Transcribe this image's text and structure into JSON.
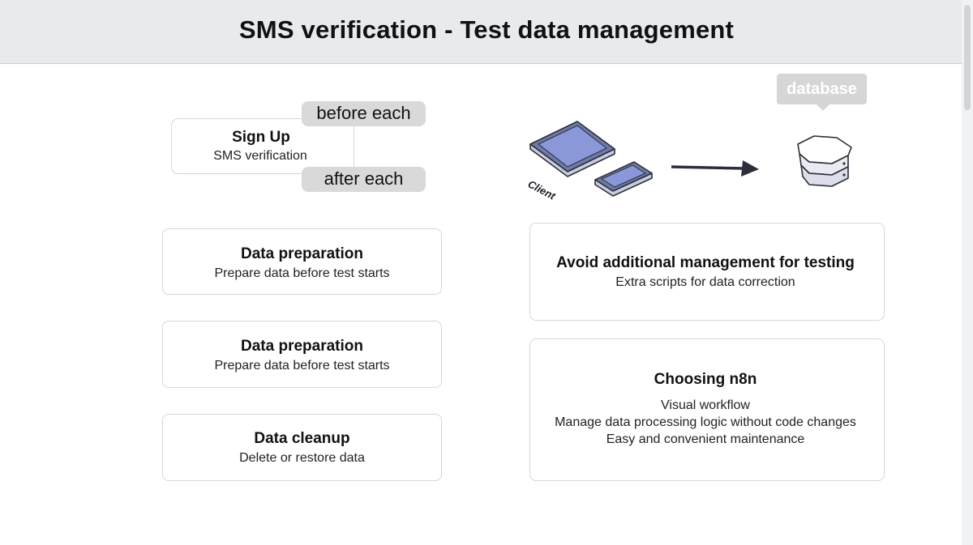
{
  "header": {
    "title": "SMS verification - Test data management"
  },
  "signup": {
    "title": "Sign Up",
    "subtitle": "SMS verification",
    "before_label": "before each",
    "after_label": "after each"
  },
  "left_cards": [
    {
      "title": "Data preparation",
      "subtitle": "Prepare data before test starts"
    },
    {
      "title": "Data preparation",
      "subtitle": "Prepare data before test starts"
    },
    {
      "title": "Data cleanup",
      "subtitle": "Delete or restore data"
    }
  ],
  "diagram": {
    "client_label": "Client",
    "database_label": "database"
  },
  "right_cards": [
    {
      "title": "Avoid additional management for testing",
      "lines": [
        "Extra scripts for data correction"
      ]
    },
    {
      "title": "Choosing n8n",
      "lines": [
        "Visual workflow",
        "Manage data processing logic without code changes",
        "Easy and convenient maintenance"
      ]
    }
  ],
  "colors": {
    "header_bg": "#e8ebee",
    "pill_bg": "#d9d9d9",
    "card_border": "#d5d7da",
    "device_screen": "#8a97d8",
    "arrow": "#2b2f3a"
  },
  "icons": [
    "tablet-icon",
    "phone-icon",
    "arrow-right-icon",
    "database-server-icon"
  ]
}
